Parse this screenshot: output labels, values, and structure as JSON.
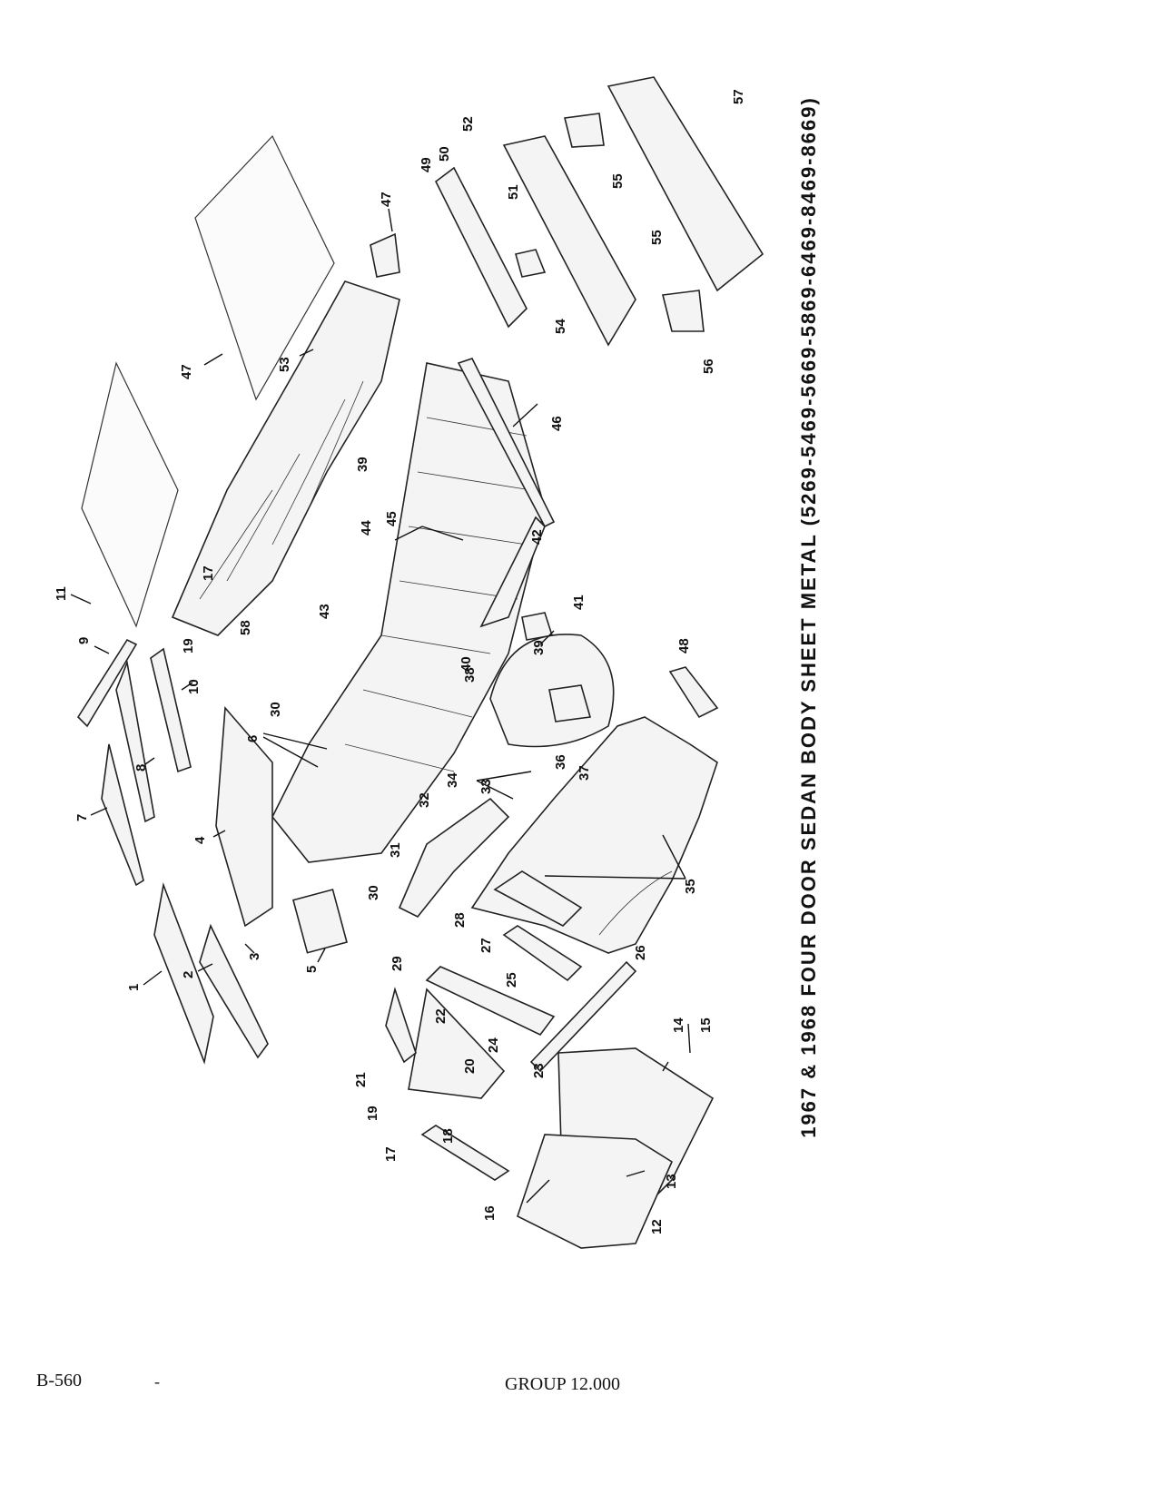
{
  "caption": "1967 & 1968 FOUR DOOR SEDAN BODY SHEET METAL  (5269-5469-5669-5869-6469-8469-8669)",
  "footer": {
    "page_number": "B-560",
    "mark": "-",
    "group": "GROUP 12.000"
  },
  "callouts": [
    "1",
    "2",
    "3",
    "4",
    "5",
    "6",
    "7",
    "8",
    "9",
    "10",
    "11",
    "12",
    "13",
    "14",
    "15",
    "16",
    "17",
    "17",
    "18",
    "19",
    "19",
    "20",
    "21",
    "22",
    "23",
    "24",
    "25",
    "26",
    "27",
    "28",
    "29",
    "30",
    "30",
    "31",
    "32",
    "33",
    "34",
    "35",
    "36",
    "37",
    "38",
    "39",
    "39",
    "40",
    "41",
    "42",
    "43",
    "44",
    "45",
    "46",
    "47",
    "47",
    "48",
    "49",
    "50",
    "51",
    "52",
    "53",
    "54",
    "55",
    "55",
    "56",
    "57",
    "58"
  ]
}
